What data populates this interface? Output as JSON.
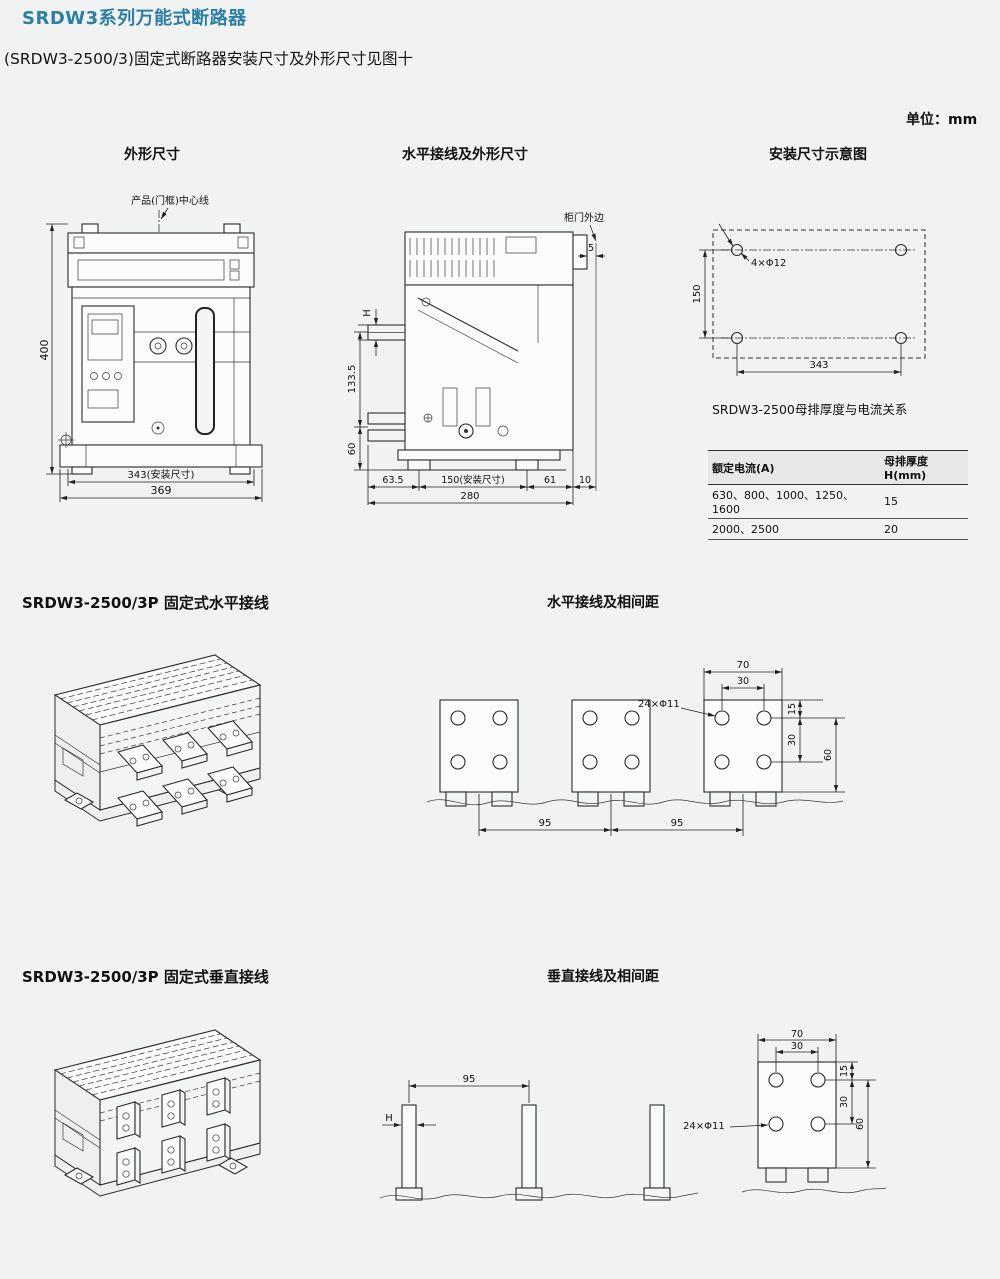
{
  "colors": {
    "accent": "#2b7fa6"
  },
  "header": {
    "title": "SRDW3系列万能式断路器",
    "subtitle": "(SRDW3-2500/3)固定式断路器安装尺寸及外形尺寸见图十",
    "unit": "单位：mm"
  },
  "section_titles": {
    "outline": "外形尺寸",
    "horizontal_outline": "水平接线及外形尺寸",
    "mounting": "安装尺寸示意图",
    "fixed_horizontal": "SRDW3-2500/3P 固定式水平接线",
    "horizontal_spacing": "水平接线及相间距",
    "fixed_vertical": "SRDW3-2500/3P 固定式垂直接线",
    "vertical_spacing": "垂直接线及相间距"
  },
  "front_view": {
    "centerline_label": "产品(门框)中心线",
    "height": "400",
    "install_width": "343(安装尺寸)",
    "overall_width": "369"
  },
  "side_view": {
    "door_label": "柜门外边",
    "door_gap": "5",
    "bar_thickness": "H",
    "bar_spacing": "133.5",
    "bottom_height": "60",
    "rear_depth": "63.5",
    "install_depth": "150(安装尺寸)",
    "front_depth": "61",
    "overall_depth": "280",
    "door_offset": "10"
  },
  "mounting_view": {
    "holes": "4×Φ12",
    "height": "150",
    "width": "343"
  },
  "busbar_table": {
    "title": "SRDW3-2500母排厚度与电流关系",
    "headers": [
      "额定电流(A)",
      "母排厚度H(mm)"
    ],
    "rows": [
      [
        "630、800、1000、1250、1600",
        "15"
      ],
      [
        "2000、2500",
        "20"
      ]
    ]
  },
  "h_spacing": {
    "pad_width": "70",
    "hole_h_spacing": "30",
    "edge_top": "15",
    "hole_v_spacing": "30",
    "pad_height": "60",
    "holes": "24×Φ11",
    "pitch1": "95",
    "pitch2": "95"
  },
  "v_spacing": {
    "pitch": "95",
    "bar_thickness": "H",
    "pad_width": "70",
    "hole_h_spacing": "30",
    "edge_top": "15",
    "hole_v_spacing": "30",
    "pad_height": "60",
    "holes": "24×Φ11"
  }
}
